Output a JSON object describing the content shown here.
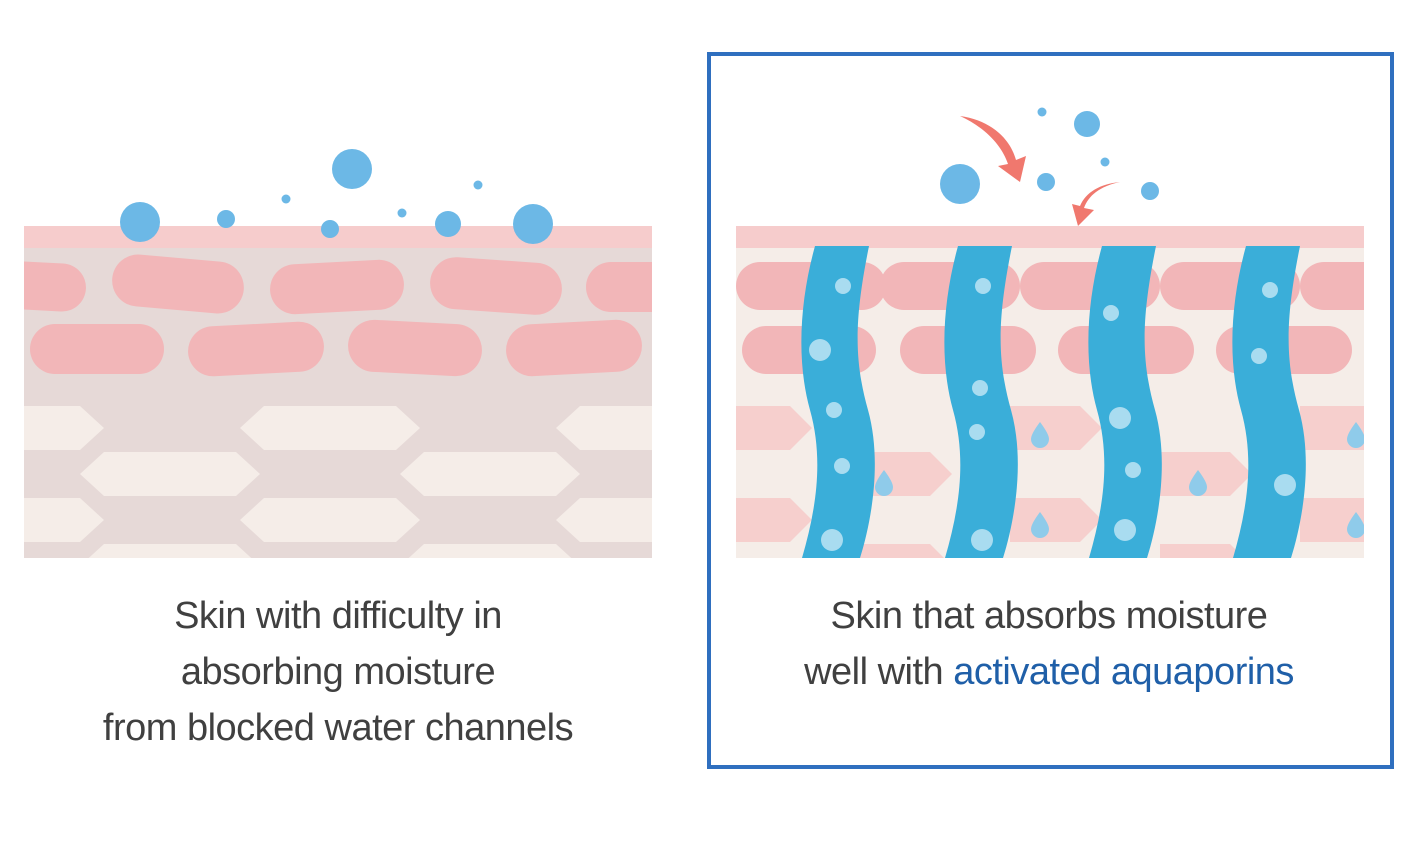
{
  "left_panel": {
    "caption_lines": [
      "Skin with difficulty in",
      "absorbing moisture",
      "from blocked water channels"
    ]
  },
  "right_panel": {
    "caption_line1": "Skin that absorbs moisture",
    "caption_line2_plain": "well with ",
    "caption_line2_highlight": "activated aquaporins"
  },
  "colors": {
    "droplet": "#6cb8e6",
    "skin_surface": "#f6cccc",
    "pink_cell": "#f2b6b8",
    "gray_tissue": "#e6d9d7",
    "cream_cell": "#f5ede8",
    "channel_blue": "#3aaed9",
    "arrow": "#f0786e",
    "highlight_frame": "#2f6fbf",
    "highlight_text": "#1f5fa8"
  }
}
